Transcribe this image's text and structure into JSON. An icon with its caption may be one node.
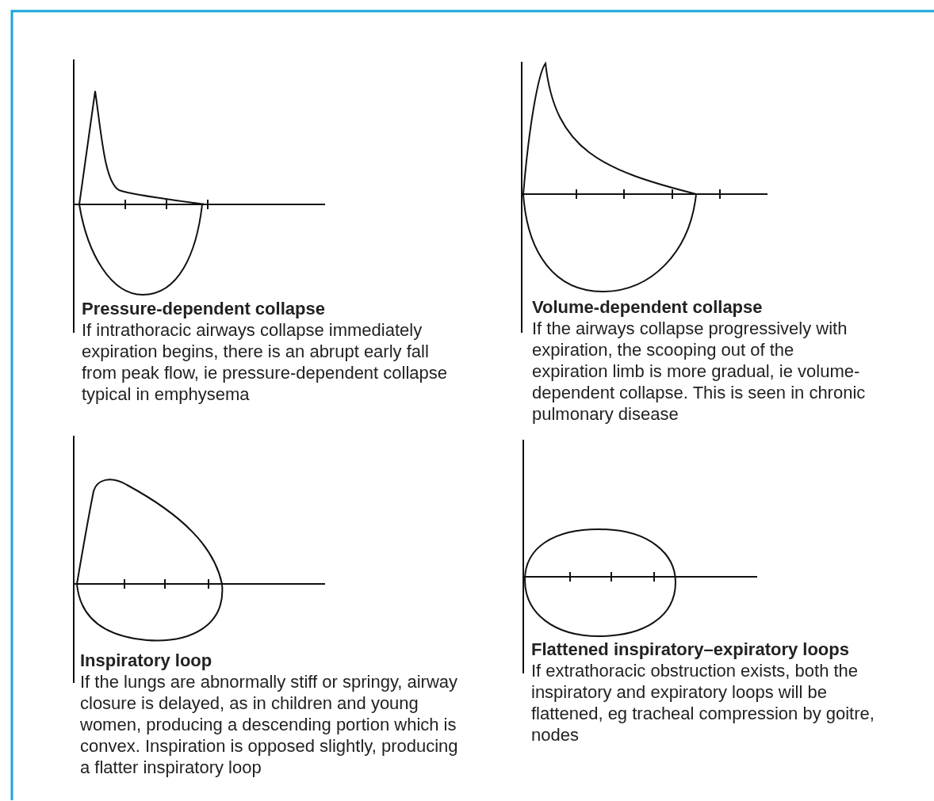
{
  "diagram": {
    "labels": [
      "Pressure-dependent collapse",
      "If intrathoracic airways collapse immediately expiration begins, there is an abrupt early fall from peak flow, ie pressure-dependent collapse typical in emphysema",
      "Volume-dependent collapse",
      "If the airways collapse progressively with expiration, the scooping out of the expiration limb is more gradual, ie volume-dependent collapse. This is seen in chronic pulmonary disease",
      "Inspiratory loop",
      "If the lungs are abnormally stiff or springy, airway closure is delayed, as in children and young women, producing a descending portion which is convex. Inspiration is opposed slightly, producing a flatter inspiratory loop",
      "Flattened inspiratory–expiratory loops",
      "If extrathoracic obstruction exists, both the inspiratory and expiratory loops will be flattened, eg tracheal compression by goitre, nodes"
    ]
  }
}
